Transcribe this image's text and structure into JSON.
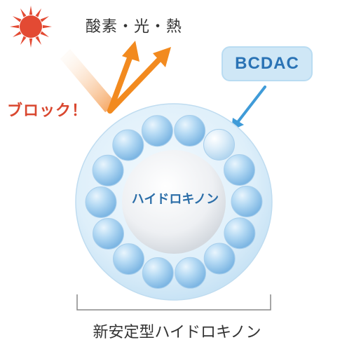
{
  "labels": {
    "top": "酸素・光・熱",
    "block": "ブロック！",
    "bcdac": "BCDAC",
    "center": "ハイドロキノン",
    "bottom": "新安定型ハイドロキノン"
  },
  "colors": {
    "sun": "#e34a33",
    "arrow_orange": "#f28a1f",
    "block_red": "#d9472f",
    "bcdac_blue": "#2a73b5",
    "capsule_blue": "#cfe7f7",
    "bead_blue": "#8fc2eb",
    "pointer_blue": "#3f9bd8"
  },
  "icons": {
    "sun": "sun-icon"
  },
  "diagram": {
    "bead_count": 14
  }
}
